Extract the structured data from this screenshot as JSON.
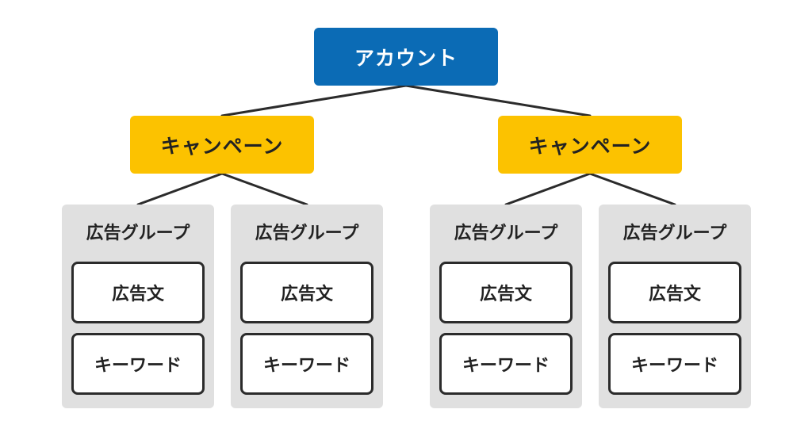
{
  "colors": {
    "account_fill": "#0b6bb5",
    "campaign_fill": "#fcc200",
    "adgroup_fill": "#e0e0e0",
    "connector": "#2b2b2b"
  },
  "account": {
    "label": "アカウント"
  },
  "campaigns": [
    {
      "label": "キャンペーン",
      "ad_groups": [
        {
          "label": "広告グループ",
          "ad": "広告文",
          "keyword": "キーワード"
        },
        {
          "label": "広告グループ",
          "ad": "広告文",
          "keyword": "キーワード"
        }
      ]
    },
    {
      "label": "キャンペーン",
      "ad_groups": [
        {
          "label": "広告グループ",
          "ad": "広告文",
          "keyword": "キーワード"
        },
        {
          "label": "広告グループ",
          "ad": "広告文",
          "keyword": "キーワード"
        }
      ]
    }
  ]
}
